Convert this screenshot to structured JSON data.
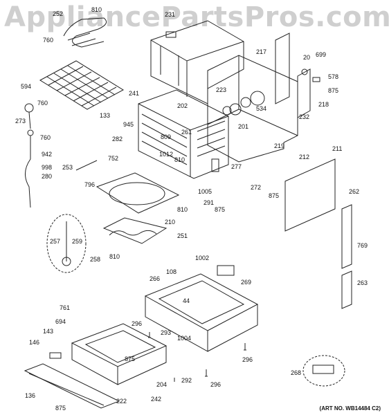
{
  "watermark": "AppliancePartsPros.com",
  "art_number": "(ART NO. WB14484 C2)",
  "part_numbers": [
    "252",
    "810",
    "760",
    "231",
    "217",
    "699",
    "578",
    "875",
    "241",
    "594",
    "760",
    "273",
    "133",
    "945",
    "202",
    "223",
    "534",
    "201",
    "232",
    "218",
    "760",
    "282",
    "809",
    "261",
    "1012",
    "810",
    "752",
    "942",
    "998",
    "280",
    "253",
    "796",
    "1005",
    "277",
    "212",
    "211",
    "219",
    "272",
    "291",
    "810",
    "875",
    "875",
    "262",
    "210",
    "251",
    "257",
    "259",
    "258",
    "810",
    "769",
    "1002",
    "108",
    "266",
    "269",
    "44",
    "761",
    "694",
    "143",
    "146",
    "296",
    "293",
    "1004",
    "875",
    "296",
    "136",
    "204",
    "292",
    "222",
    "242",
    "296",
    "875",
    "268",
    "263",
    "20"
  ]
}
